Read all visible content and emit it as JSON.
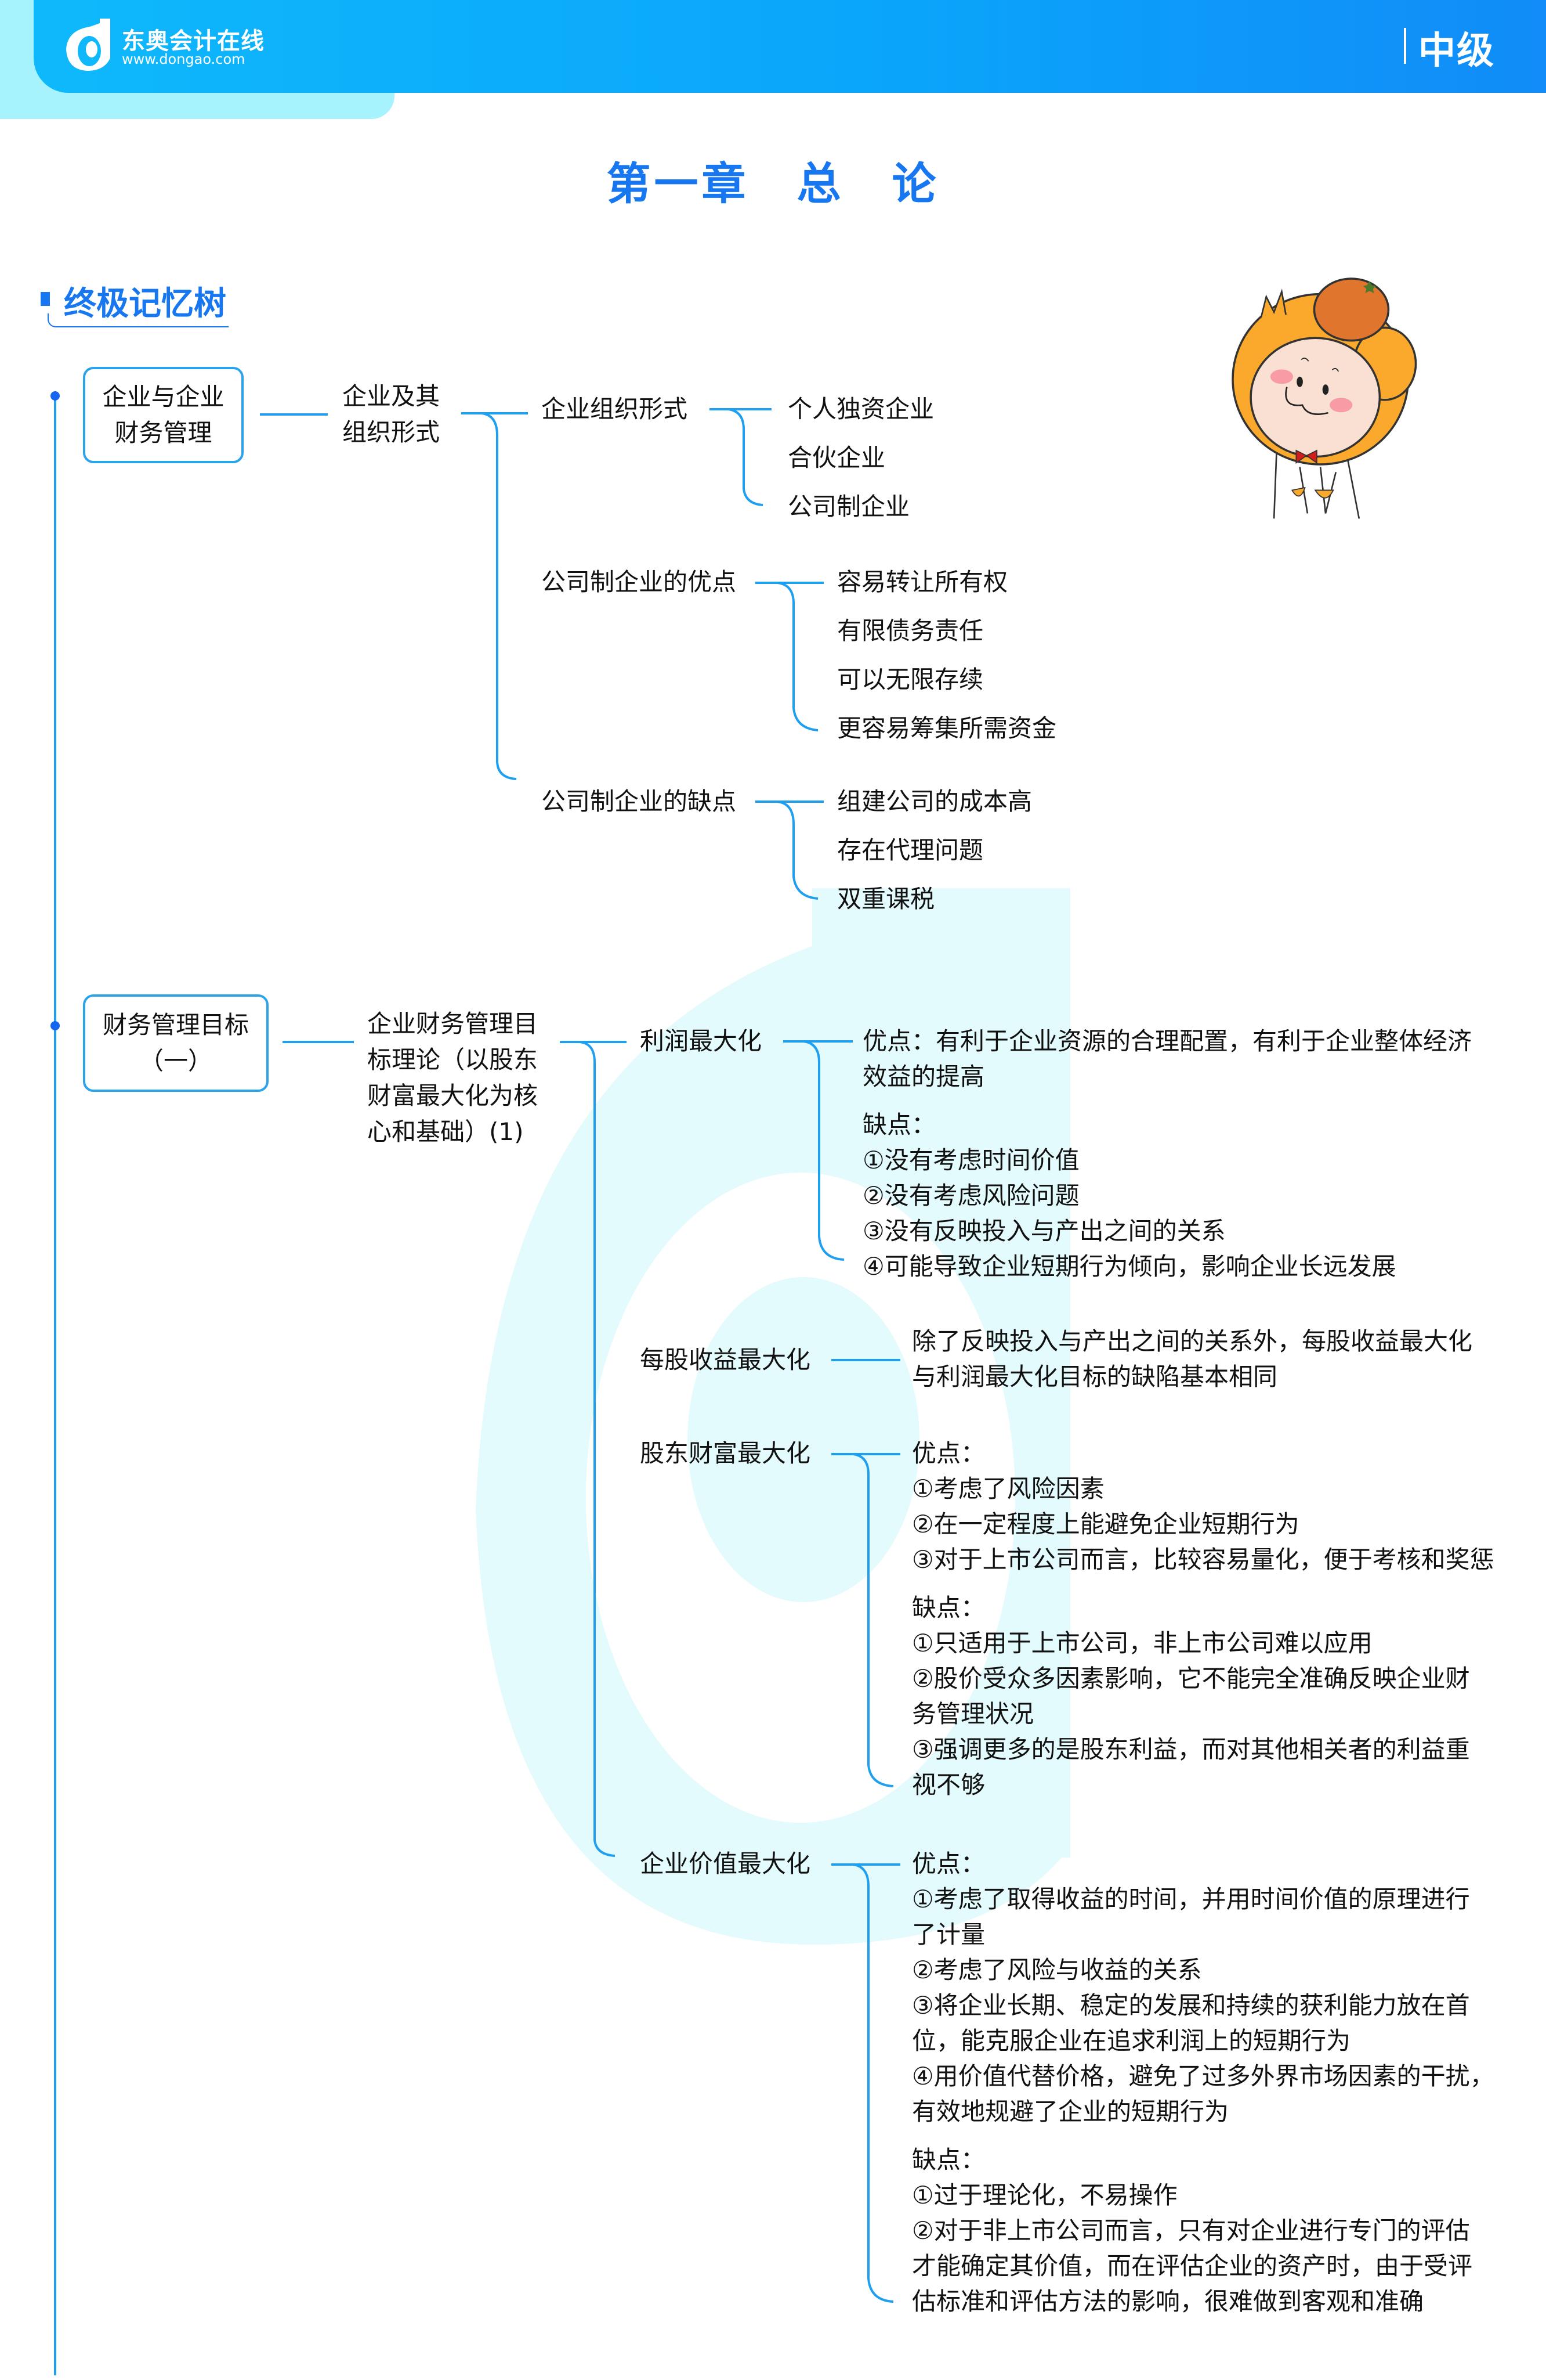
{
  "header": {
    "brand_cn": "东奥会计在线",
    "brand_url": "www.dongao.com",
    "level": "中级",
    "colors": {
      "bar_start": "#0fb8fb",
      "bar_end": "#118cf8",
      "tab": "#a6f3fd",
      "accent": "#1677f0",
      "line": "#1e9ff0",
      "watermark": "#e3fbfd"
    }
  },
  "chapter_title": "第一章　总　论",
  "section": {
    "title": "终极记忆树"
  },
  "mascot": {
    "icon": "orange-mascot-icon"
  },
  "tree": {
    "branch1": {
      "root": [
        "企业与企业",
        "财务管理"
      ],
      "level2": [
        "企业及其",
        "组织形式"
      ],
      "groups": [
        {
          "label": "企业组织形式",
          "items": [
            "个人独资企业",
            "合伙企业",
            "公司制企业"
          ]
        },
        {
          "label": "公司制企业的优点",
          "items": [
            "容易转让所有权",
            "有限债务责任",
            "可以无限存续",
            "更容易筹集所需资金"
          ]
        },
        {
          "label": "公司制企业的缺点",
          "items": [
            "组建公司的成本高",
            "存在代理问题",
            "双重课税"
          ]
        }
      ]
    },
    "branch2": {
      "root": [
        "财务管理目标",
        "（一）"
      ],
      "level2": [
        "企业财务管理目",
        "标理论（以股东",
        "财富最大化为核",
        "心和基础）(1)"
      ],
      "goals": [
        {
          "label": "利润最大化",
          "pros_lines": [
            "优点：有利于企业资源的合理配置，有利于企业整体经济",
            "效益的提高"
          ],
          "cons_title": "缺点：",
          "cons_lines": [
            "①没有考虑时间价值",
            "②没有考虑风险问题",
            "③没有反映投入与产出之间的关系",
            "④可能导致企业短期行为倾向，影响企业长远发展"
          ]
        },
        {
          "label": "每股收益最大化",
          "desc_lines": [
            "除了反映投入与产出之间的关系外，每股收益最大化",
            "与利润最大化目标的缺陷基本相同"
          ]
        },
        {
          "label": "股东财富最大化",
          "pros_title": "优点：",
          "pros_lines": [
            "①考虑了风险因素",
            "②在一定程度上能避免企业短期行为",
            "③对于上市公司而言，比较容易量化，便于考核和奖惩"
          ],
          "cons_title": "缺点：",
          "cons_lines": [
            "①只适用于上市公司，非上市公司难以应用",
            "②股价受众多因素影响，它不能完全准确反映企业财",
            "务管理状况",
            "③强调更多的是股东利益，而对其他相关者的利益重",
            "视不够"
          ]
        },
        {
          "label": "企业价值最大化",
          "pros_title": "优点：",
          "pros_lines": [
            "①考虑了取得收益的时间，并用时间价值的原理进行",
            "了计量",
            "②考虑了风险与收益的关系",
            "③将企业长期、稳定的发展和持续的获利能力放在首",
            "位，能克服企业在追求利润上的短期行为",
            "④用价值代替价格，避免了过多外界市场因素的干扰，",
            "有效地规避了企业的短期行为"
          ],
          "cons_title": "缺点：",
          "cons_lines": [
            "①过于理论化，不易操作",
            "②对于非上市公司而言，只有对企业进行专门的评估",
            "才能确定其价值，而在评估企业的资产时，由于受评",
            "估标准和评估方法的影响，很难做到客观和准确"
          ]
        }
      ]
    }
  }
}
